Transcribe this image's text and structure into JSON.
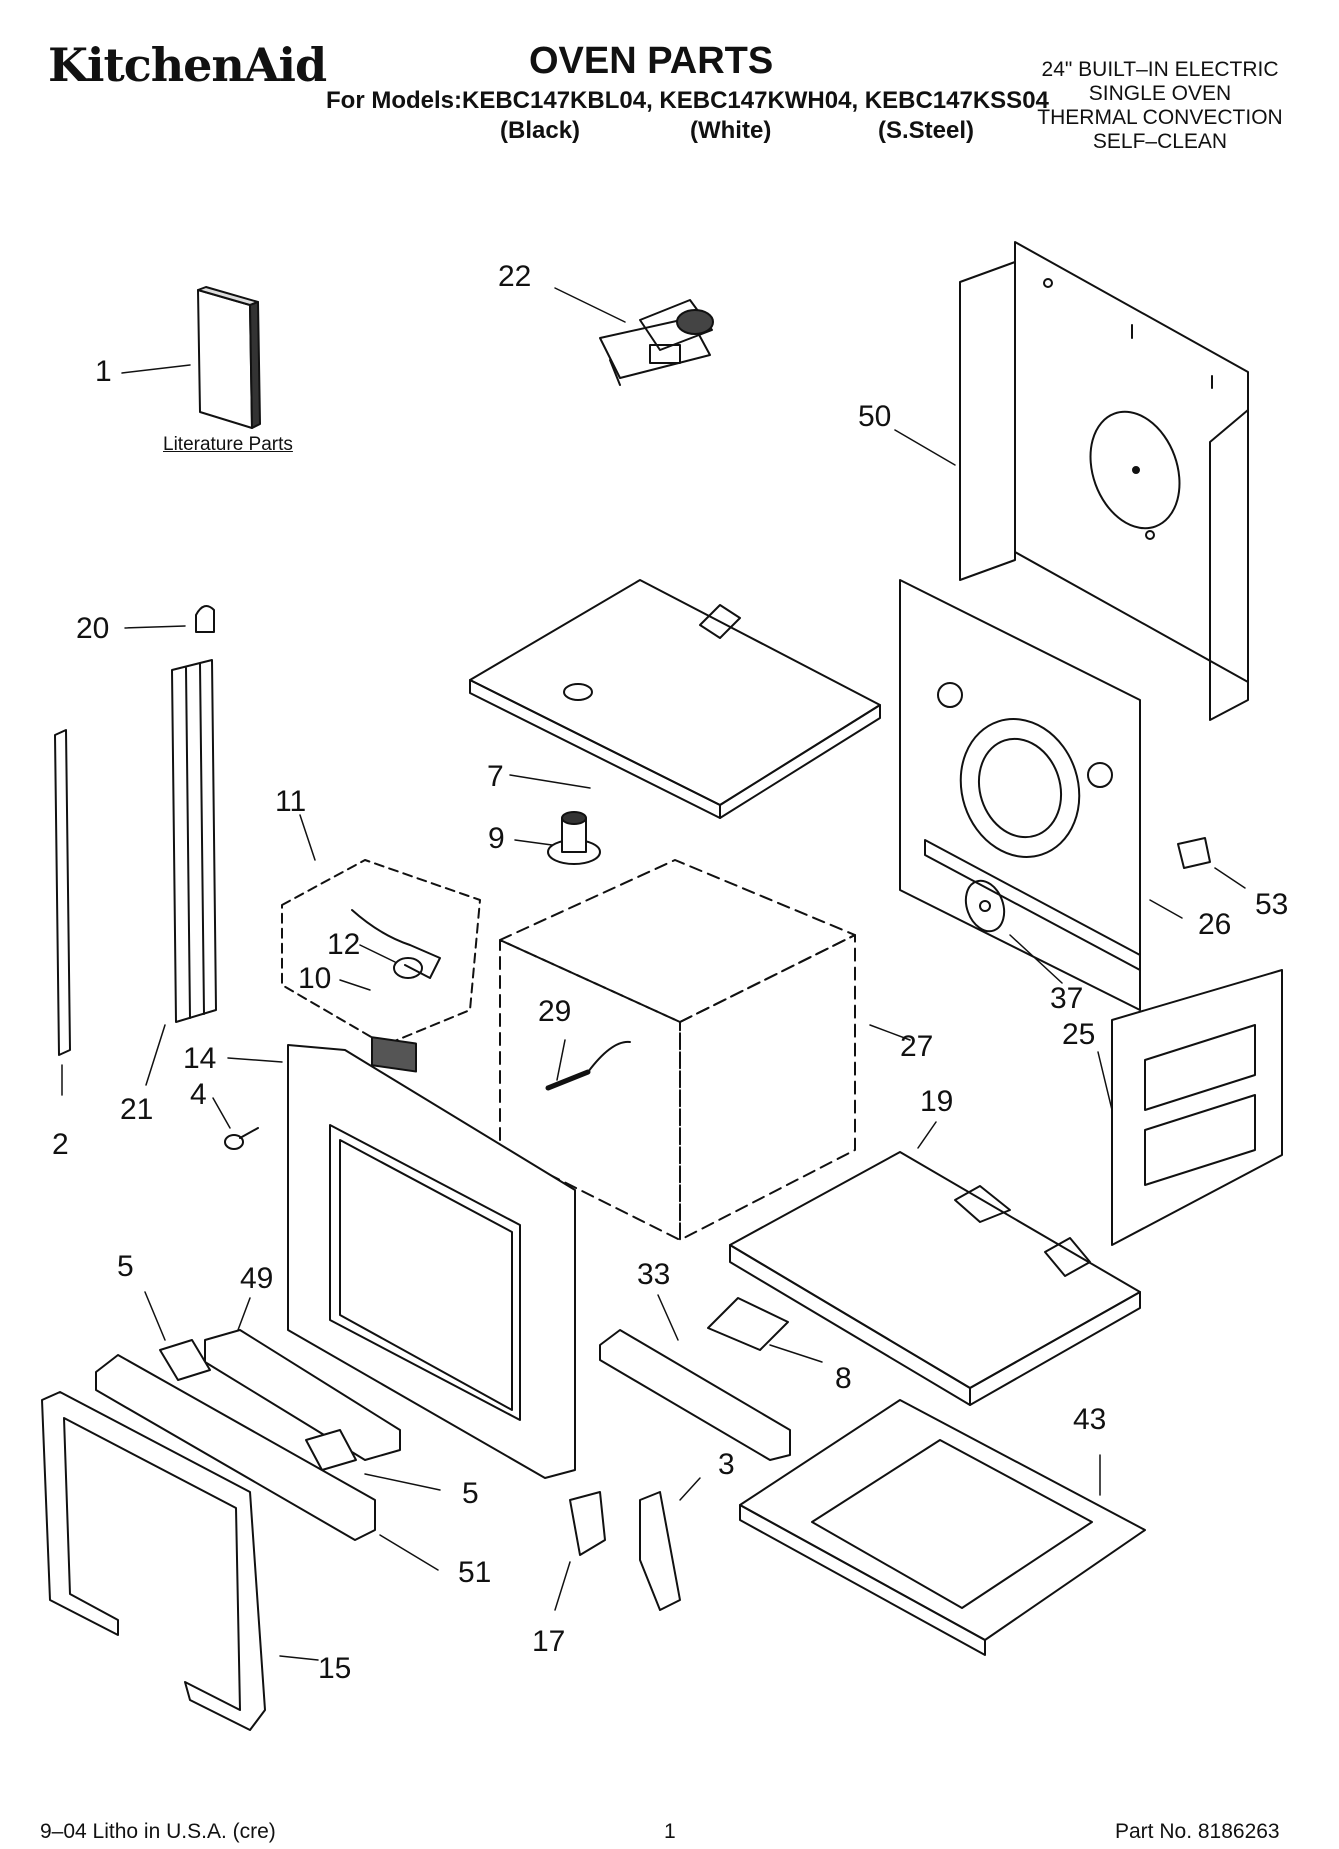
{
  "header": {
    "brand": "KitchenAid",
    "title": "OVEN PARTS",
    "models_line": "For Models:KEBC147KBL04, KEBC147KWH04, KEBC147KSS04",
    "variants": [
      "(Black)",
      "(White)",
      "(S.Steel)"
    ],
    "product_lines": [
      "24\" BUILT–IN ELECTRIC",
      "SINGLE OVEN",
      "THERMAL CONVECTION",
      "SELF–CLEAN"
    ]
  },
  "literature_label": "Literature Parts",
  "callouts": {
    "c1": "1",
    "c2": "2",
    "c3": "3",
    "c4": "4",
    "c5a": "5",
    "c5b": "5",
    "c7": "7",
    "c8": "8",
    "c9": "9",
    "c10": "10",
    "c11": "11",
    "c12": "12",
    "c14": "14",
    "c15": "15",
    "c17": "17",
    "c19": "19",
    "c20": "20",
    "c21": "21",
    "c22": "22",
    "c25": "25",
    "c26": "26",
    "c27": "27",
    "c29": "29",
    "c33": "33",
    "c37": "37",
    "c43": "43",
    "c49": "49",
    "c50": "50",
    "c51": "51",
    "c53": "53"
  },
  "footer": {
    "litho": "9–04 Litho in U.S.A. (cre)",
    "page": "1",
    "part_no": "Part No. 8186263"
  }
}
